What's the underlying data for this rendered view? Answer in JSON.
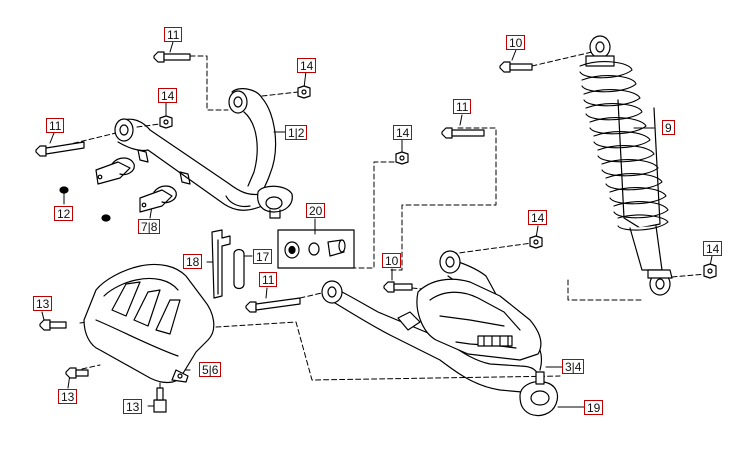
{
  "diagram": {
    "callouts": {
      "c11_top": "11",
      "c14_top": "14",
      "c11_left": "11",
      "c14_left": "14",
      "c1_2": "1|2",
      "c12": "12",
      "c7_8": "7|8",
      "c20": "20",
      "c18": "18",
      "c17": "17",
      "c11_mid": "11",
      "c13_a": "13",
      "c13_b": "13",
      "c13_c": "13",
      "c5_6": "5|6",
      "c10_top": "10",
      "c9": "9",
      "c14_mid": "14",
      "c11_right": "11",
      "c14_right": "14",
      "c10_mid": "10",
      "c14_far": "14",
      "c3_4": "3|4",
      "c19": "19"
    }
  }
}
